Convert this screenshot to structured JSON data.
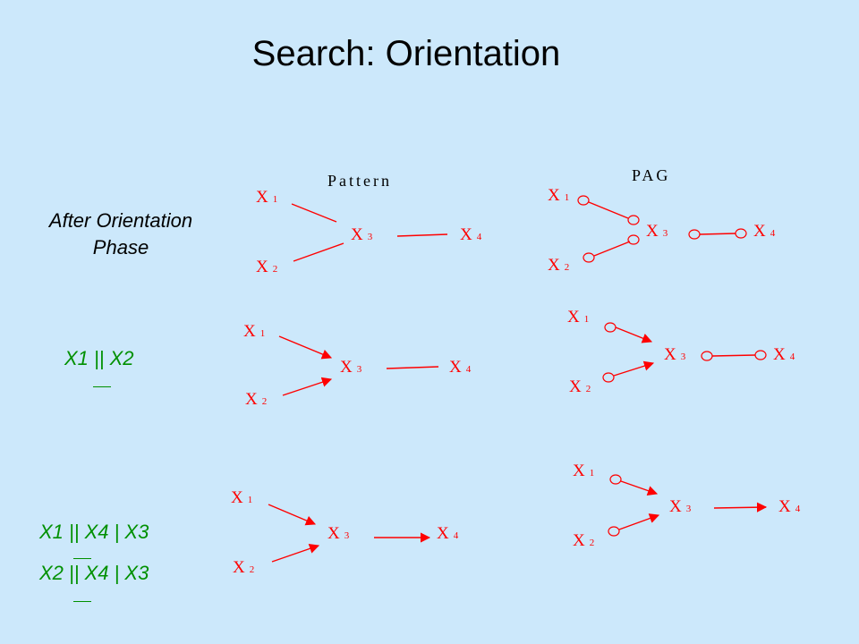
{
  "title": "Search: Orientation",
  "headers": {
    "pattern": "Pattern",
    "pag": "PAG"
  },
  "rows": [
    {
      "label_lines": [
        "After Orientation",
        "Phase"
      ]
    },
    {
      "label_lines": [
        "X1 || X2"
      ]
    },
    {
      "label_lines": [
        "X1 || X4 | X3",
        "X2 || X4 | X3"
      ]
    }
  ],
  "node_letter": "X",
  "node_indices": {
    "x1": "1",
    "x2": "2",
    "x3": "3",
    "x4": "4"
  },
  "colors": {
    "background": "#cce8fb",
    "edges": "#ff0000",
    "labels_green": "#009000",
    "title": "#000000"
  }
}
